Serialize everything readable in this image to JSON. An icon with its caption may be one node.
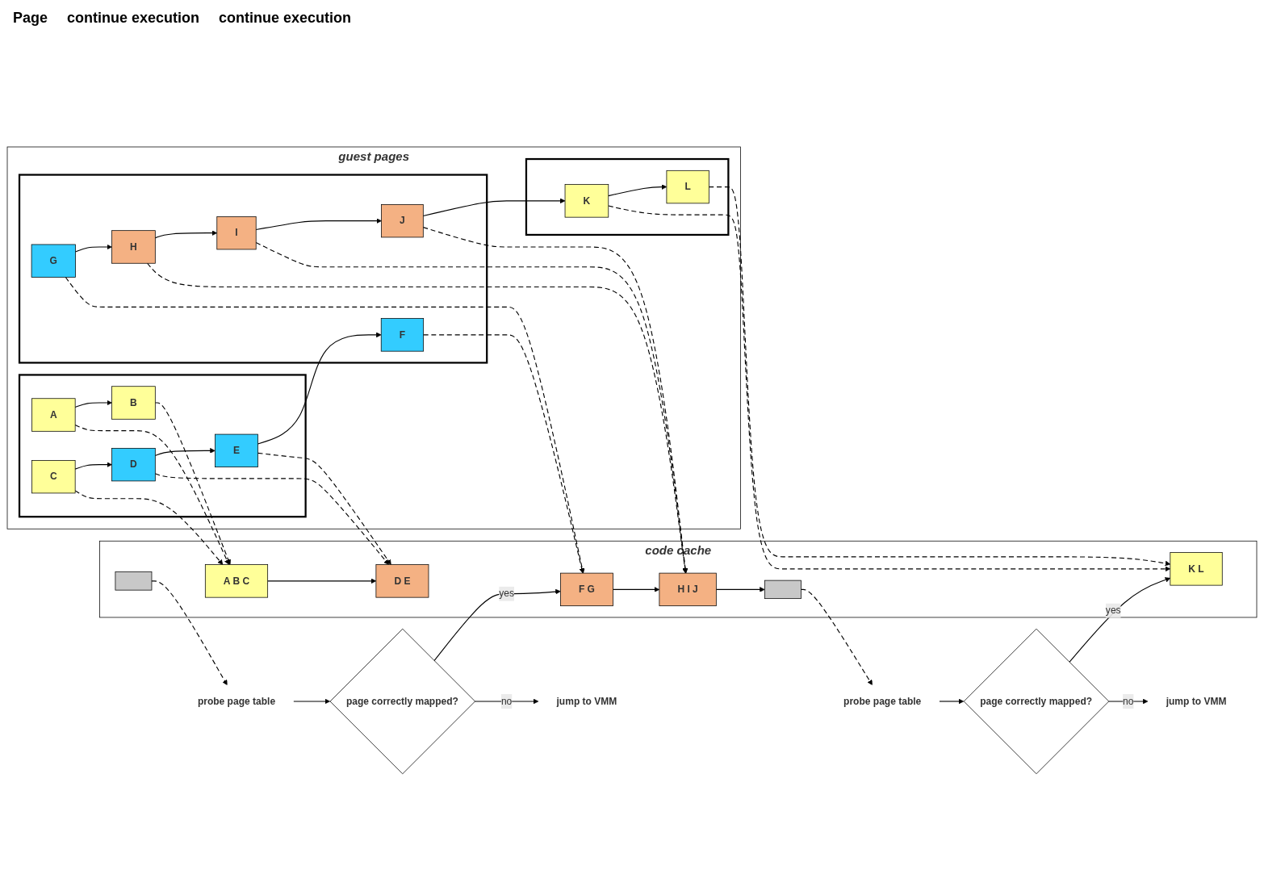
{
  "diagram": {
    "nodes": [
      {
        "text": [
          "code cache"
        ]
      },
      {
        "text": [
          "guest pages"
        ]
      },
      {
        "text": [],
        "shape": "box",
        "in": 1
      },
      {
        "text": [],
        "shape": "box",
        "in": 1
      },
      {
        "text": [],
        "shape": "box",
        "in": 1
      },
      {
        "text": [
          "A"
        ],
        "in": 2
      },
      {
        "text": [
          "B"
        ],
        "in": 2
      },
      {
        "text": [
          "C"
        ],
        "in": 2
      },
      {
        "text": [
          "D"
        ],
        "in": 2
      },
      {
        "text": [
          "E"
        ],
        "in": 2
      },
      {
        "text": [
          "F"
        ],
        "in": 3
      },
      {
        "text": [
          "G"
        ],
        "in": 3
      },
      {
        "text": [
          "H"
        ],
        "in": 3
      },
      {
        "text": [
          "I"
        ],
        "in": 3
      },
      {
        "text": [
          "J"
        ],
        "in": 3
      },
      {
        "text": [
          "K"
        ],
        "in": 4
      },
      {
        "text": [
          "L"
        ],
        "in": 4
      },
      {
        "text": [
          "A B C"
        ],
        "in": 0
      },
      {
        "text": [
          "D E"
        ],
        "in": 0
      },
      {
        "text": [],
        "shape": "bar",
        "in": 0
      },
      {
        "text": [
          "F G"
        ],
        "in": 0
      },
      {
        "text": [
          "H I J"
        ],
        "in": 0
      },
      {
        "text": [],
        "shape": "bar",
        "in": 0
      },
      {
        "text": [
          "K L"
        ],
        "in": 0
      },
      {
        "text": [
          "probe page table"
        ]
      },
      {
        "text": [
          "page correctly mapped?"
        ]
      },
      {
        "text": [
          "jump to VMM"
        ]
      },
      {
        "text": [
          "probe page table"
        ]
      },
      {
        "text": [
          "page correctly mapped?"
        ]
      },
      {
        "text": [
          "jump to VMM"
        ]
      }
    ],
    "edges": [
      {
        "from": 5,
        "to": 6,
        "arrow": "to"
      },
      {
        "from": 7,
        "to": 8,
        "arrow": "to"
      },
      {
        "from": 8,
        "to": 9,
        "arrow": "to"
      },
      {
        "from": 9,
        "to": 10,
        "arrow": "to"
      },
      {
        "from": 11,
        "to": 12,
        "arrow": "to"
      },
      {
        "from": 12,
        "to": 13,
        "arrow": "to"
      },
      {
        "from": 13,
        "to": 14,
        "arrow": "to"
      },
      {
        "from": 14,
        "to": 15,
        "arrow": "to"
      },
      {
        "from": 15,
        "to": 16,
        "arrow": "to"
      },
      {
        "from": 5,
        "to": 17,
        "arrow": "to",
        "style": "dashed"
      },
      {
        "from": 6,
        "to": 17,
        "arrow": "to",
        "style": "dashed"
      },
      {
        "from": 7,
        "to": 17,
        "arrow": "to",
        "style": "dashed"
      },
      {
        "from": 8,
        "to": 18,
        "arrow": "to",
        "style": "dashed"
      },
      {
        "from": 9,
        "to": 18,
        "arrow": "to",
        "style": "dashed"
      },
      {
        "from": 10,
        "to": 20,
        "arrow": "to",
        "style": "dashed"
      },
      {
        "from": 11,
        "to": 20,
        "arrow": "to",
        "style": "dashed"
      },
      {
        "from": 12,
        "to": 21,
        "arrow": "to",
        "style": "dashed"
      },
      {
        "from": 13,
        "to": 21,
        "arrow": "to",
        "style": "dashed"
      },
      {
        "from": 14,
        "to": 21,
        "arrow": "to",
        "style": "dashed"
      },
      {
        "from": 15,
        "to": 23,
        "arrow": "to",
        "style": "dashed"
      },
      {
        "from": 16,
        "to": 23,
        "arrow": "to",
        "style": "dashed"
      },
      {
        "from": 17,
        "to": 18,
        "arrow": "to"
      },
      {
        "from": 20,
        "to": 21,
        "arrow": "to"
      },
      {
        "from": 21,
        "to": 22,
        "arrow": "to"
      },
      {
        "from": 19,
        "to": 24,
        "arrow": "to",
        "style": "dashed"
      },
      {
        "from": 24,
        "to": 25,
        "arrow": "to"
      },
      {
        "from": 25,
        "to": 26,
        "label": "no",
        "arrow": "to"
      },
      {
        "from": 25,
        "to": 20,
        "label": "yes",
        "arrow": "to"
      },
      {
        "from": 22,
        "to": 27,
        "arrow": "to",
        "style": "dashed"
      },
      {
        "from": 27,
        "to": 28,
        "arrow": "to"
      },
      {
        "from": 28,
        "to": 29,
        "label": "no",
        "arrow": "to"
      },
      {
        "from": 28,
        "to": 23,
        "label": "yes",
        "arrow": "to"
      }
    ],
    "labels": [
      "Page",
      "continue execution",
      "continue execution"
    ]
  }
}
